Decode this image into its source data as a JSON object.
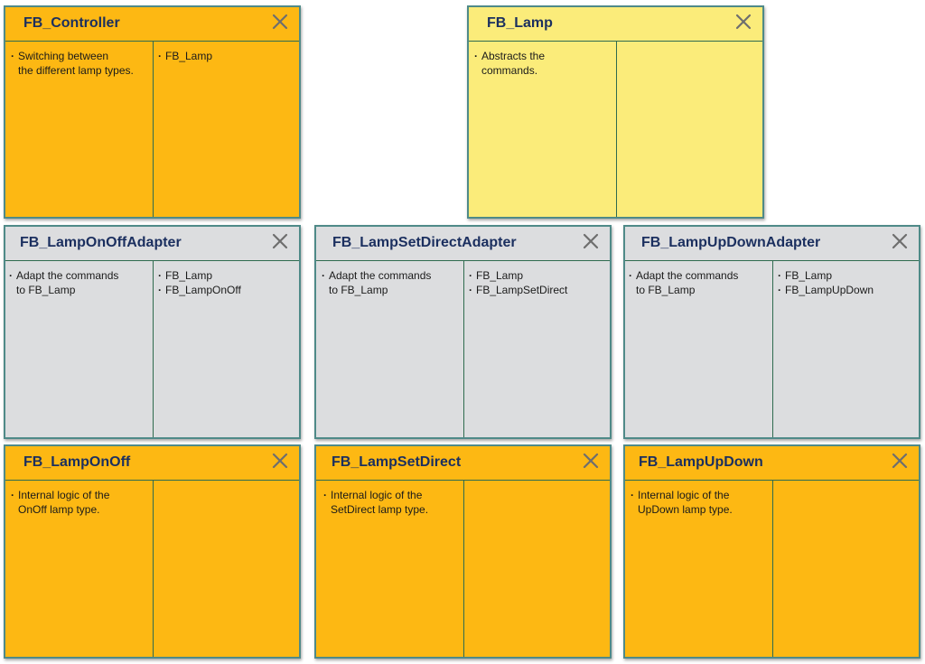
{
  "cards": {
    "controller": {
      "title": "FB_Controller",
      "responsibilities": [
        "Switching between\nthe different lamp types."
      ],
      "collaborators": [
        "FB_Lamp"
      ]
    },
    "lamp": {
      "title": "FB_Lamp",
      "responsibilities": [
        "Abstracts the\ncommands."
      ],
      "collaborators": []
    },
    "onoff_adapter": {
      "title": "FB_LampOnOffAdapter",
      "responsibilities": [
        "Adapt the commands\nto FB_Lamp"
      ],
      "collaborators": [
        "FB_Lamp",
        "FB_LampOnOff"
      ]
    },
    "setdirect_adapter": {
      "title": "FB_LampSetDirectAdapter",
      "responsibilities": [
        "Adapt the commands\nto FB_Lamp"
      ],
      "collaborators": [
        "FB_Lamp",
        "FB_LampSetDirect"
      ]
    },
    "updown_adapter": {
      "title": "FB_LampUpDownAdapter",
      "responsibilities": [
        "Adapt the commands\nto FB_Lamp"
      ],
      "collaborators": [
        "FB_Lamp",
        "FB_LampUpDown"
      ]
    },
    "onoff": {
      "title": "FB_LampOnOff",
      "responsibilities": [
        "Internal logic of the\nOnOff lamp type."
      ],
      "collaborators": []
    },
    "setdirect": {
      "title": "FB_LampSetDirect",
      "responsibilities": [
        "Internal logic of the\nSetDirect lamp type."
      ],
      "collaborators": []
    },
    "updown": {
      "title": "FB_LampUpDown",
      "responsibilities": [
        "Internal logic of the\nUpDown lamp type."
      ],
      "collaborators": []
    }
  },
  "colors": {
    "orange": "#fdb813",
    "yellow": "#fbec7a",
    "gray": "#dcdddf",
    "title_text": "#1b2f5f",
    "border": "#4f8a88"
  },
  "icons": {
    "close": "close-icon"
  }
}
